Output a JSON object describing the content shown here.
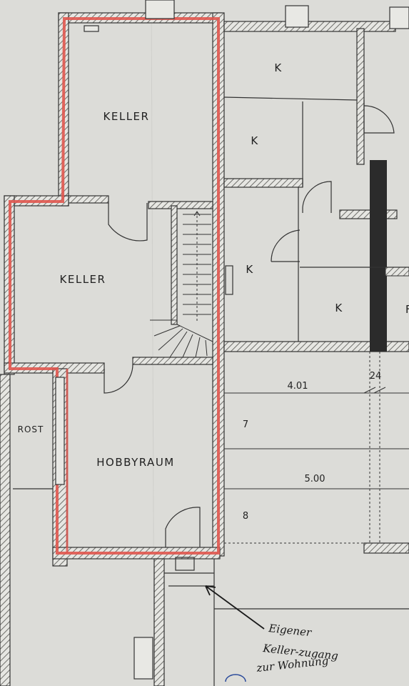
{
  "rooms": {
    "keller_top": "KELLER",
    "keller_mid": "KELLER",
    "hobbyraum": "HOBBYRAUM",
    "rost": "ROST",
    "k1": "K",
    "k2": "K",
    "k3": "K",
    "k4": "K",
    "partial": "F"
  },
  "dimensions": {
    "d1": "4.01",
    "d2": "24",
    "d3": "5.00",
    "row7": "7",
    "row8": "8"
  },
  "annotation": {
    "line1": "Eigener",
    "line2": "Keller-zugang",
    "line3": "zur Wohnung"
  },
  "colors": {
    "wall_hatch": "#8a8a86",
    "highlight": "#e0564f",
    "ink": "#222222",
    "paper": "#d9d9d6"
  }
}
